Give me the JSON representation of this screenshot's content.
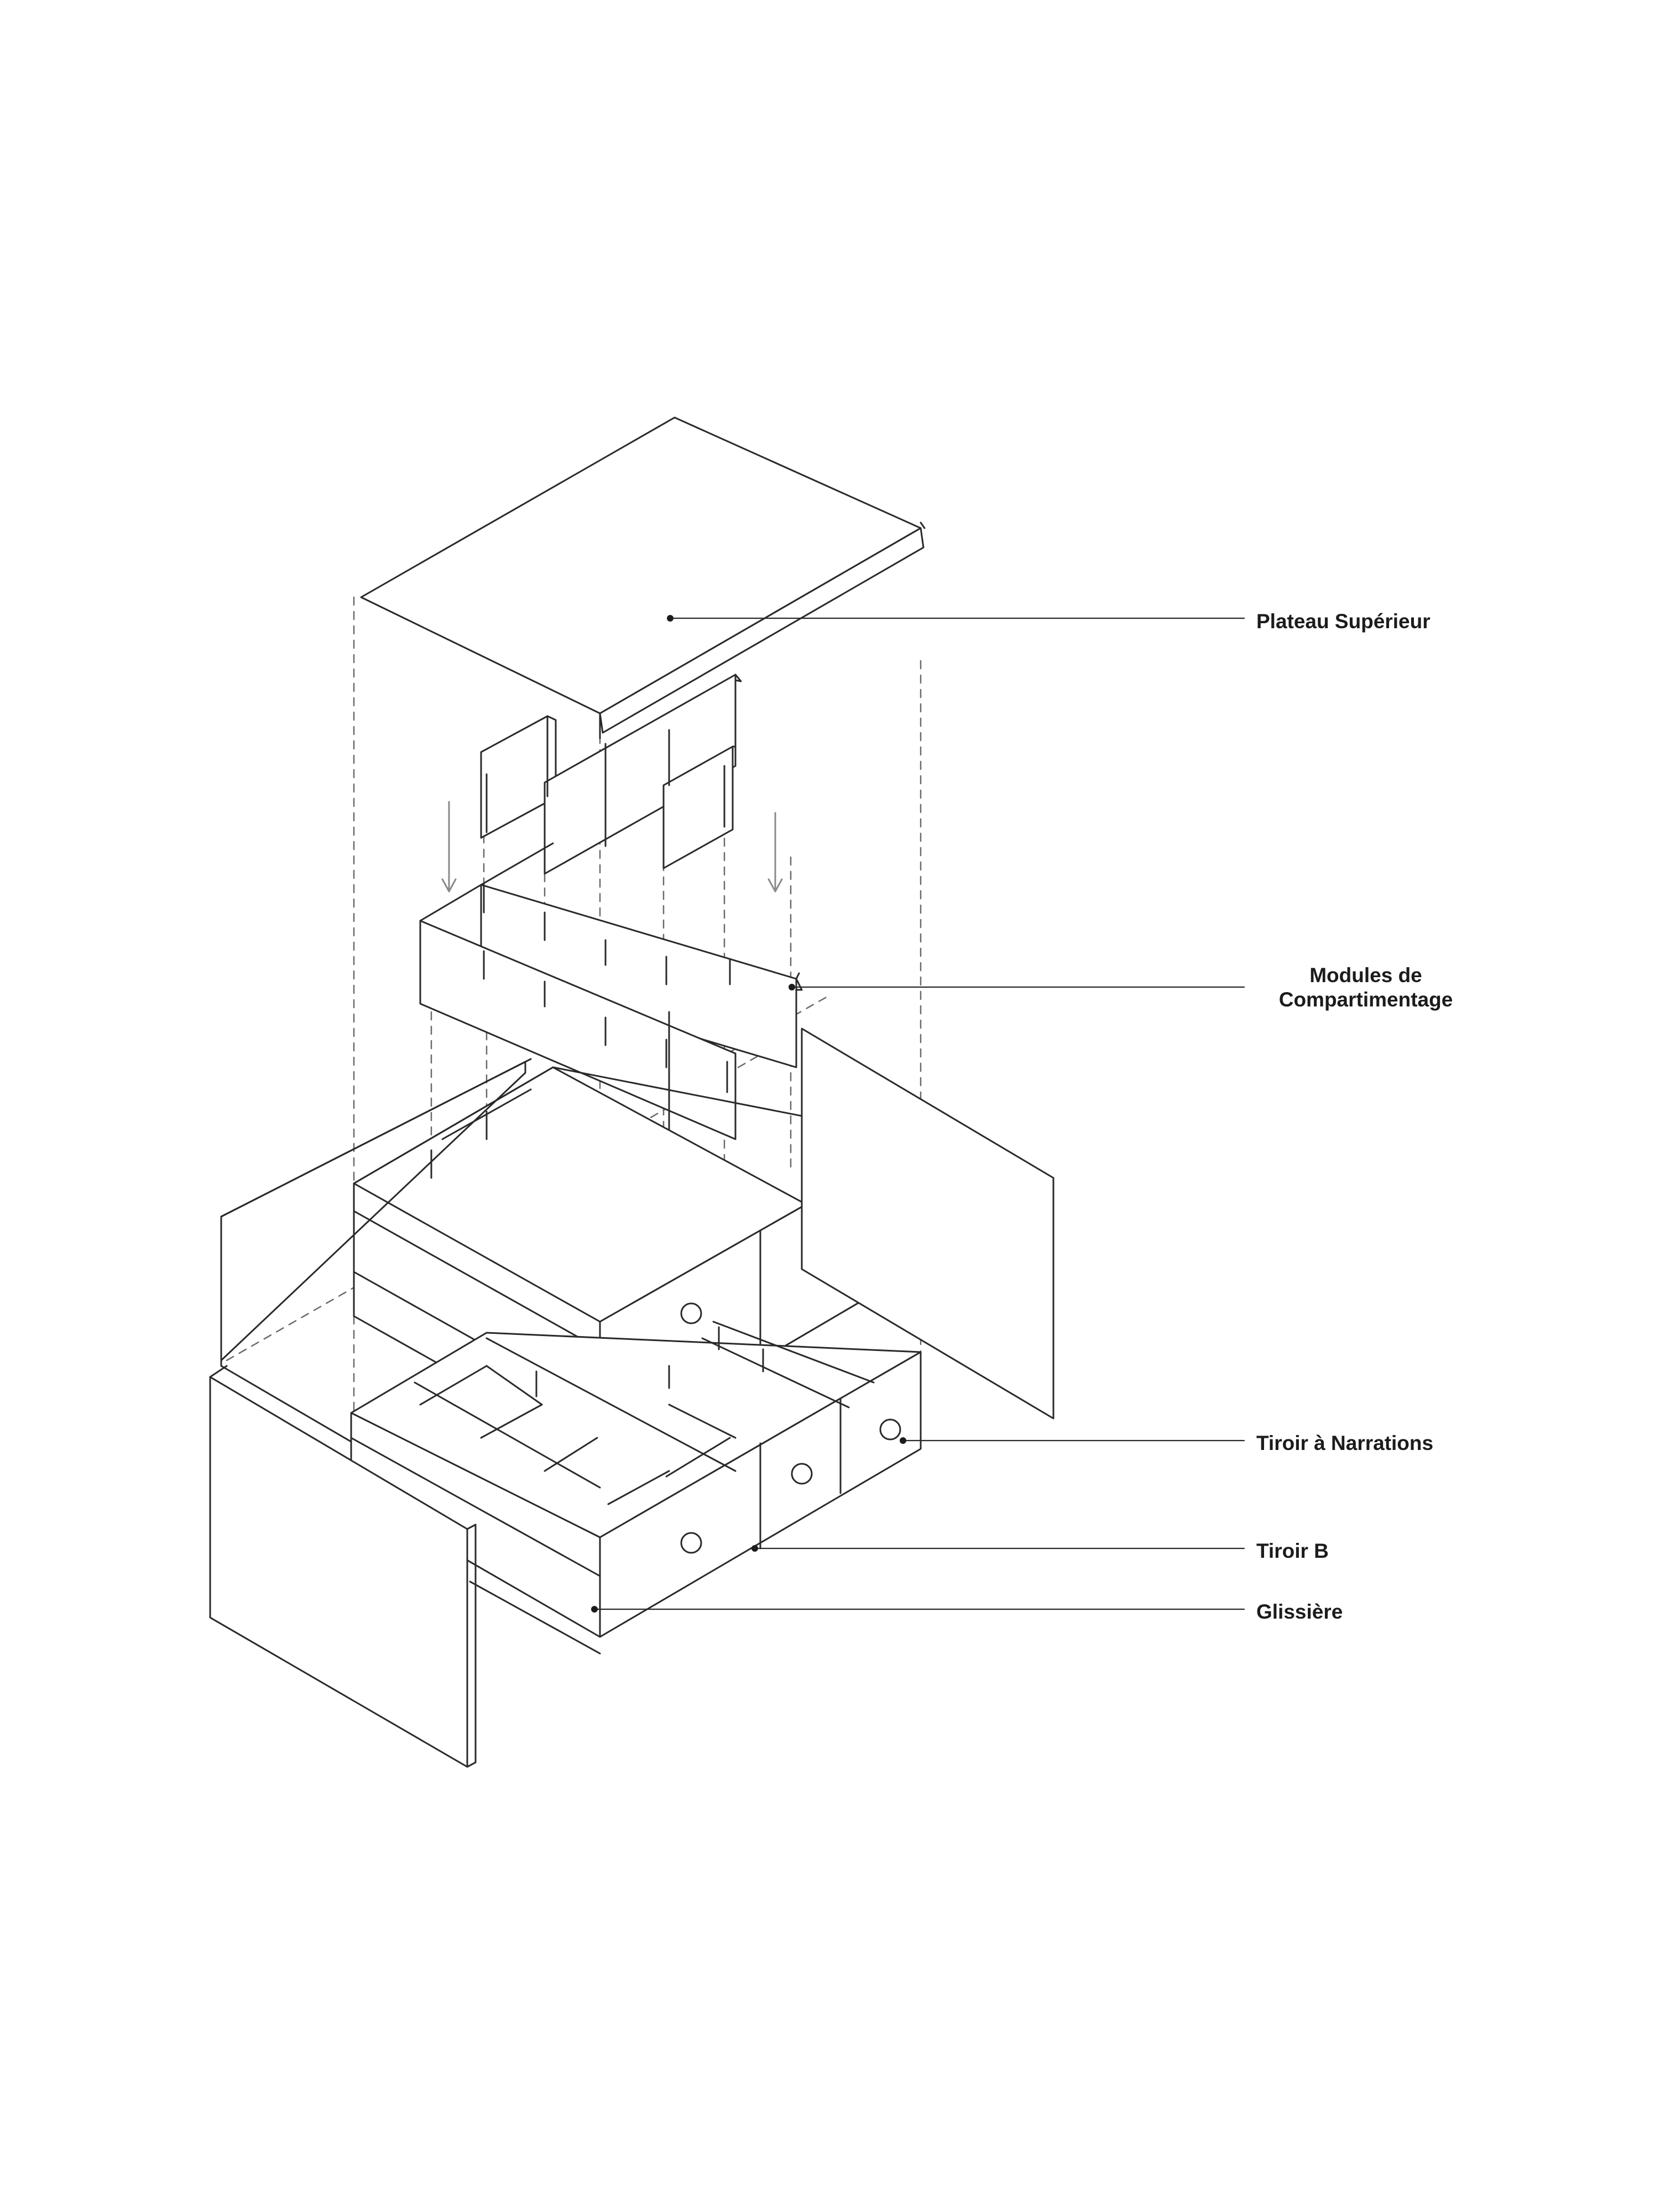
{
  "diagram": {
    "type": "exploded-axonometric-furniture",
    "labels": {
      "plateau": "Plateau Supérieur",
      "modules_line1": "Modules de",
      "modules_line2": "Compartimentage",
      "tiroir_narrations": "Tiroir à Narrations",
      "tiroir_b": "Tiroir B",
      "glissiere": "Glissière"
    },
    "colors": {
      "line": "#2a2a2a",
      "dashed": "#6a6a6a",
      "arrow": "#8a8a8a",
      "fill": "#ffffff"
    }
  }
}
